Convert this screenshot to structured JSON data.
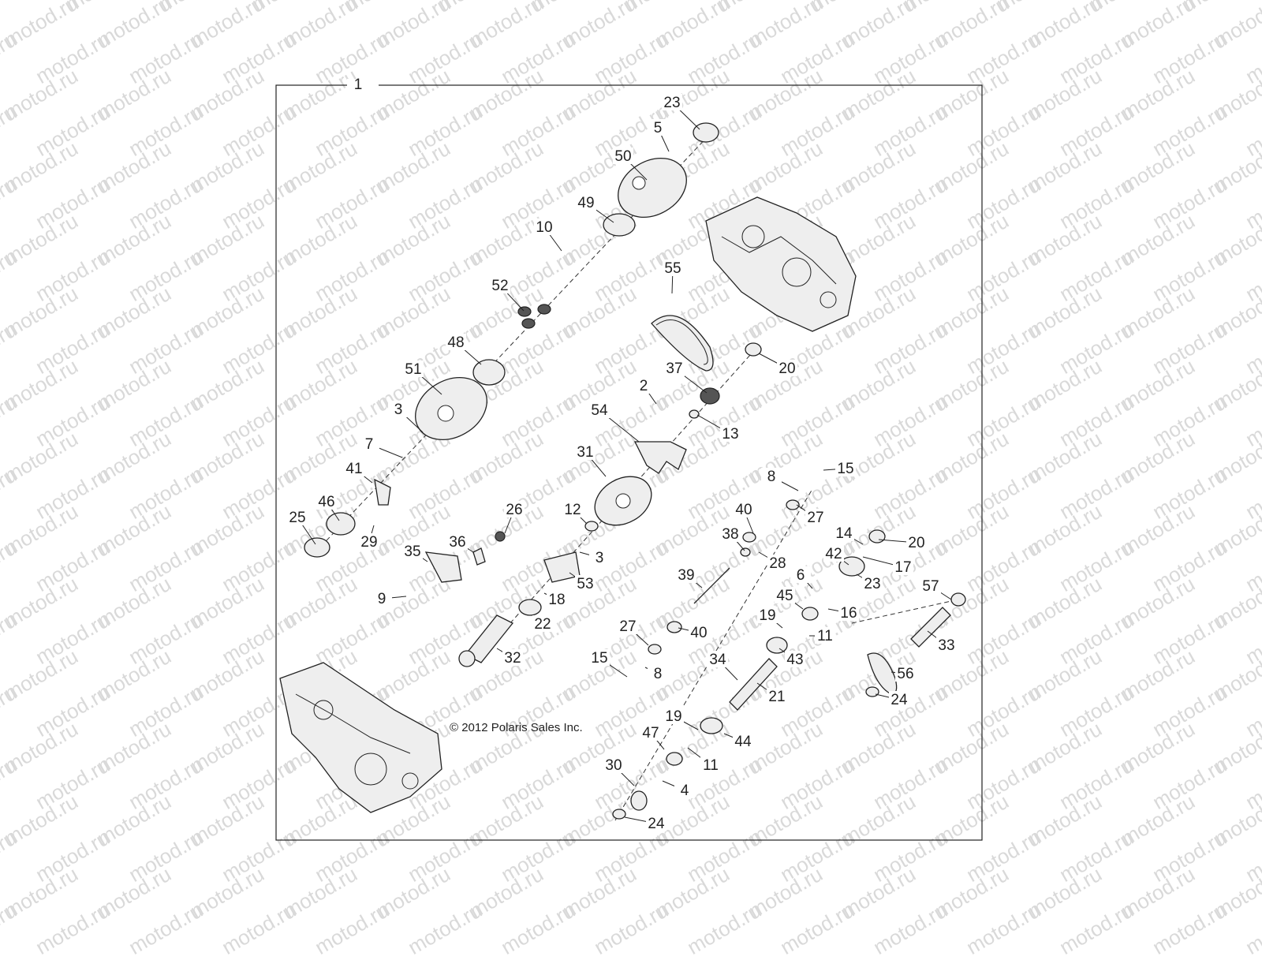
{
  "watermark_text": "motod.ru",
  "copyright": "© 2012 Polaris Sales Inc.",
  "frame_label": "1",
  "callouts": [
    "23",
    "5",
    "50",
    "49",
    "10",
    "52",
    "55",
    "48",
    "51",
    "20",
    "37",
    "2",
    "3",
    "7",
    "54",
    "13",
    "31",
    "41",
    "15",
    "46",
    "25",
    "29",
    "8",
    "26",
    "12",
    "27",
    "40",
    "36",
    "35",
    "38",
    "14",
    "20",
    "3",
    "28",
    "42",
    "17",
    "53",
    "9",
    "18",
    "39",
    "23",
    "6",
    "57",
    "45",
    "22",
    "16",
    "19",
    "27",
    "40",
    "11",
    "43",
    "33",
    "32",
    "34",
    "15",
    "8",
    "56",
    "21",
    "24",
    "19",
    "44",
    "47",
    "11",
    "30",
    "4",
    "24"
  ]
}
